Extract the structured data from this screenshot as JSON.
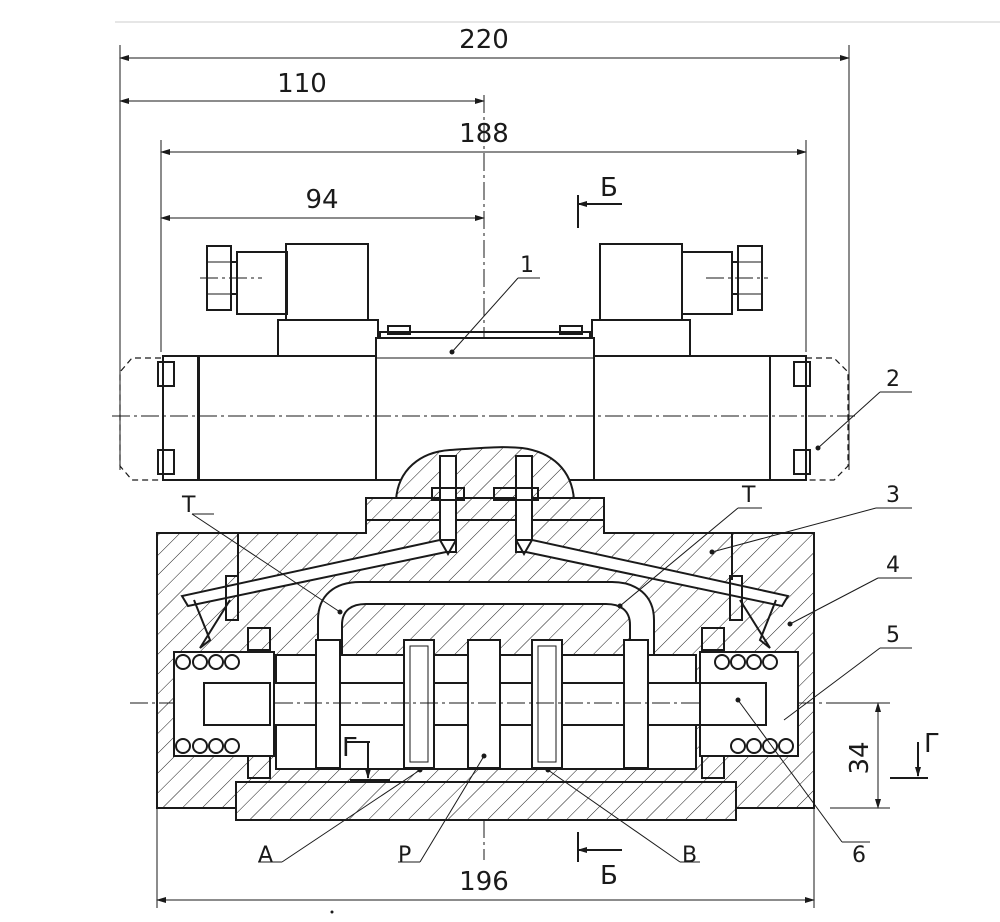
{
  "dimensions": {
    "d220": "220",
    "d110": "110",
    "d188": "188",
    "d94": "94",
    "d196": "196",
    "d34": "34"
  },
  "section_marks": {
    "b_top": "Б",
    "b_bottom": "Б",
    "g_left": "Г",
    "g_right": "Г"
  },
  "callouts": {
    "c1": "1",
    "c2": "2",
    "c3": "3",
    "c4": "4",
    "c5": "5",
    "c6": "6"
  },
  "port_labels": {
    "t_left": "T",
    "t_right": "T",
    "a": "A",
    "p": "P",
    "b": "B"
  }
}
